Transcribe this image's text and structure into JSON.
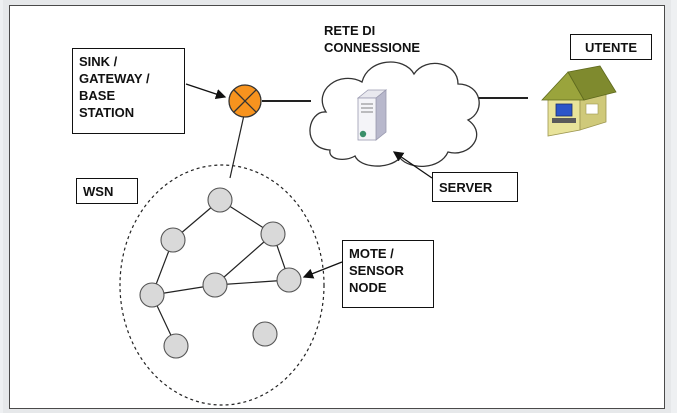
{
  "labels": {
    "sink": "SINK /\nGATEWAY /\nBASE\nSTATION",
    "rete": "RETE DI\nCONNESSIONE",
    "utente": "UTENTE",
    "wsn": "WSN",
    "server": "SERVER",
    "mote": "MOTE /\nSENSOR\nNODE"
  },
  "colors": {
    "sink_fill": "#f7931e",
    "node_fill": "#d9d9d9",
    "house_wall": "#e8e39a",
    "house_roof": "#7f8a2e"
  },
  "icons": {
    "sink": "sink-gateway-icon",
    "server": "server-icon",
    "user": "house-computer-icon",
    "cloud": "network-cloud-icon"
  }
}
